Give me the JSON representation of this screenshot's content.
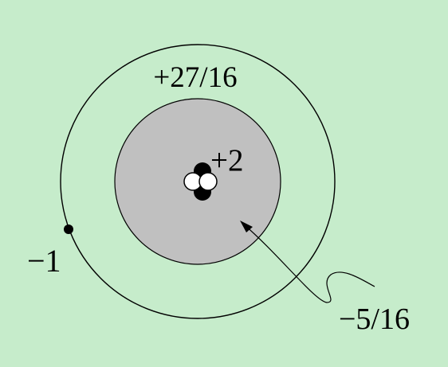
{
  "colors": {
    "background": "#c6eccb",
    "outer_orbit_stroke": "#000000",
    "screening_cloud_fill": "#c0c0c0",
    "screening_cloud_stroke": "#000000",
    "proton": "#000000",
    "neutron": "#ffffff",
    "electron": "#000000"
  },
  "labels": {
    "outer_shell_charge": "+27/16",
    "nucleus_charge": "+2",
    "electron_charge": "−1",
    "screening_charge": "−5/16"
  }
}
